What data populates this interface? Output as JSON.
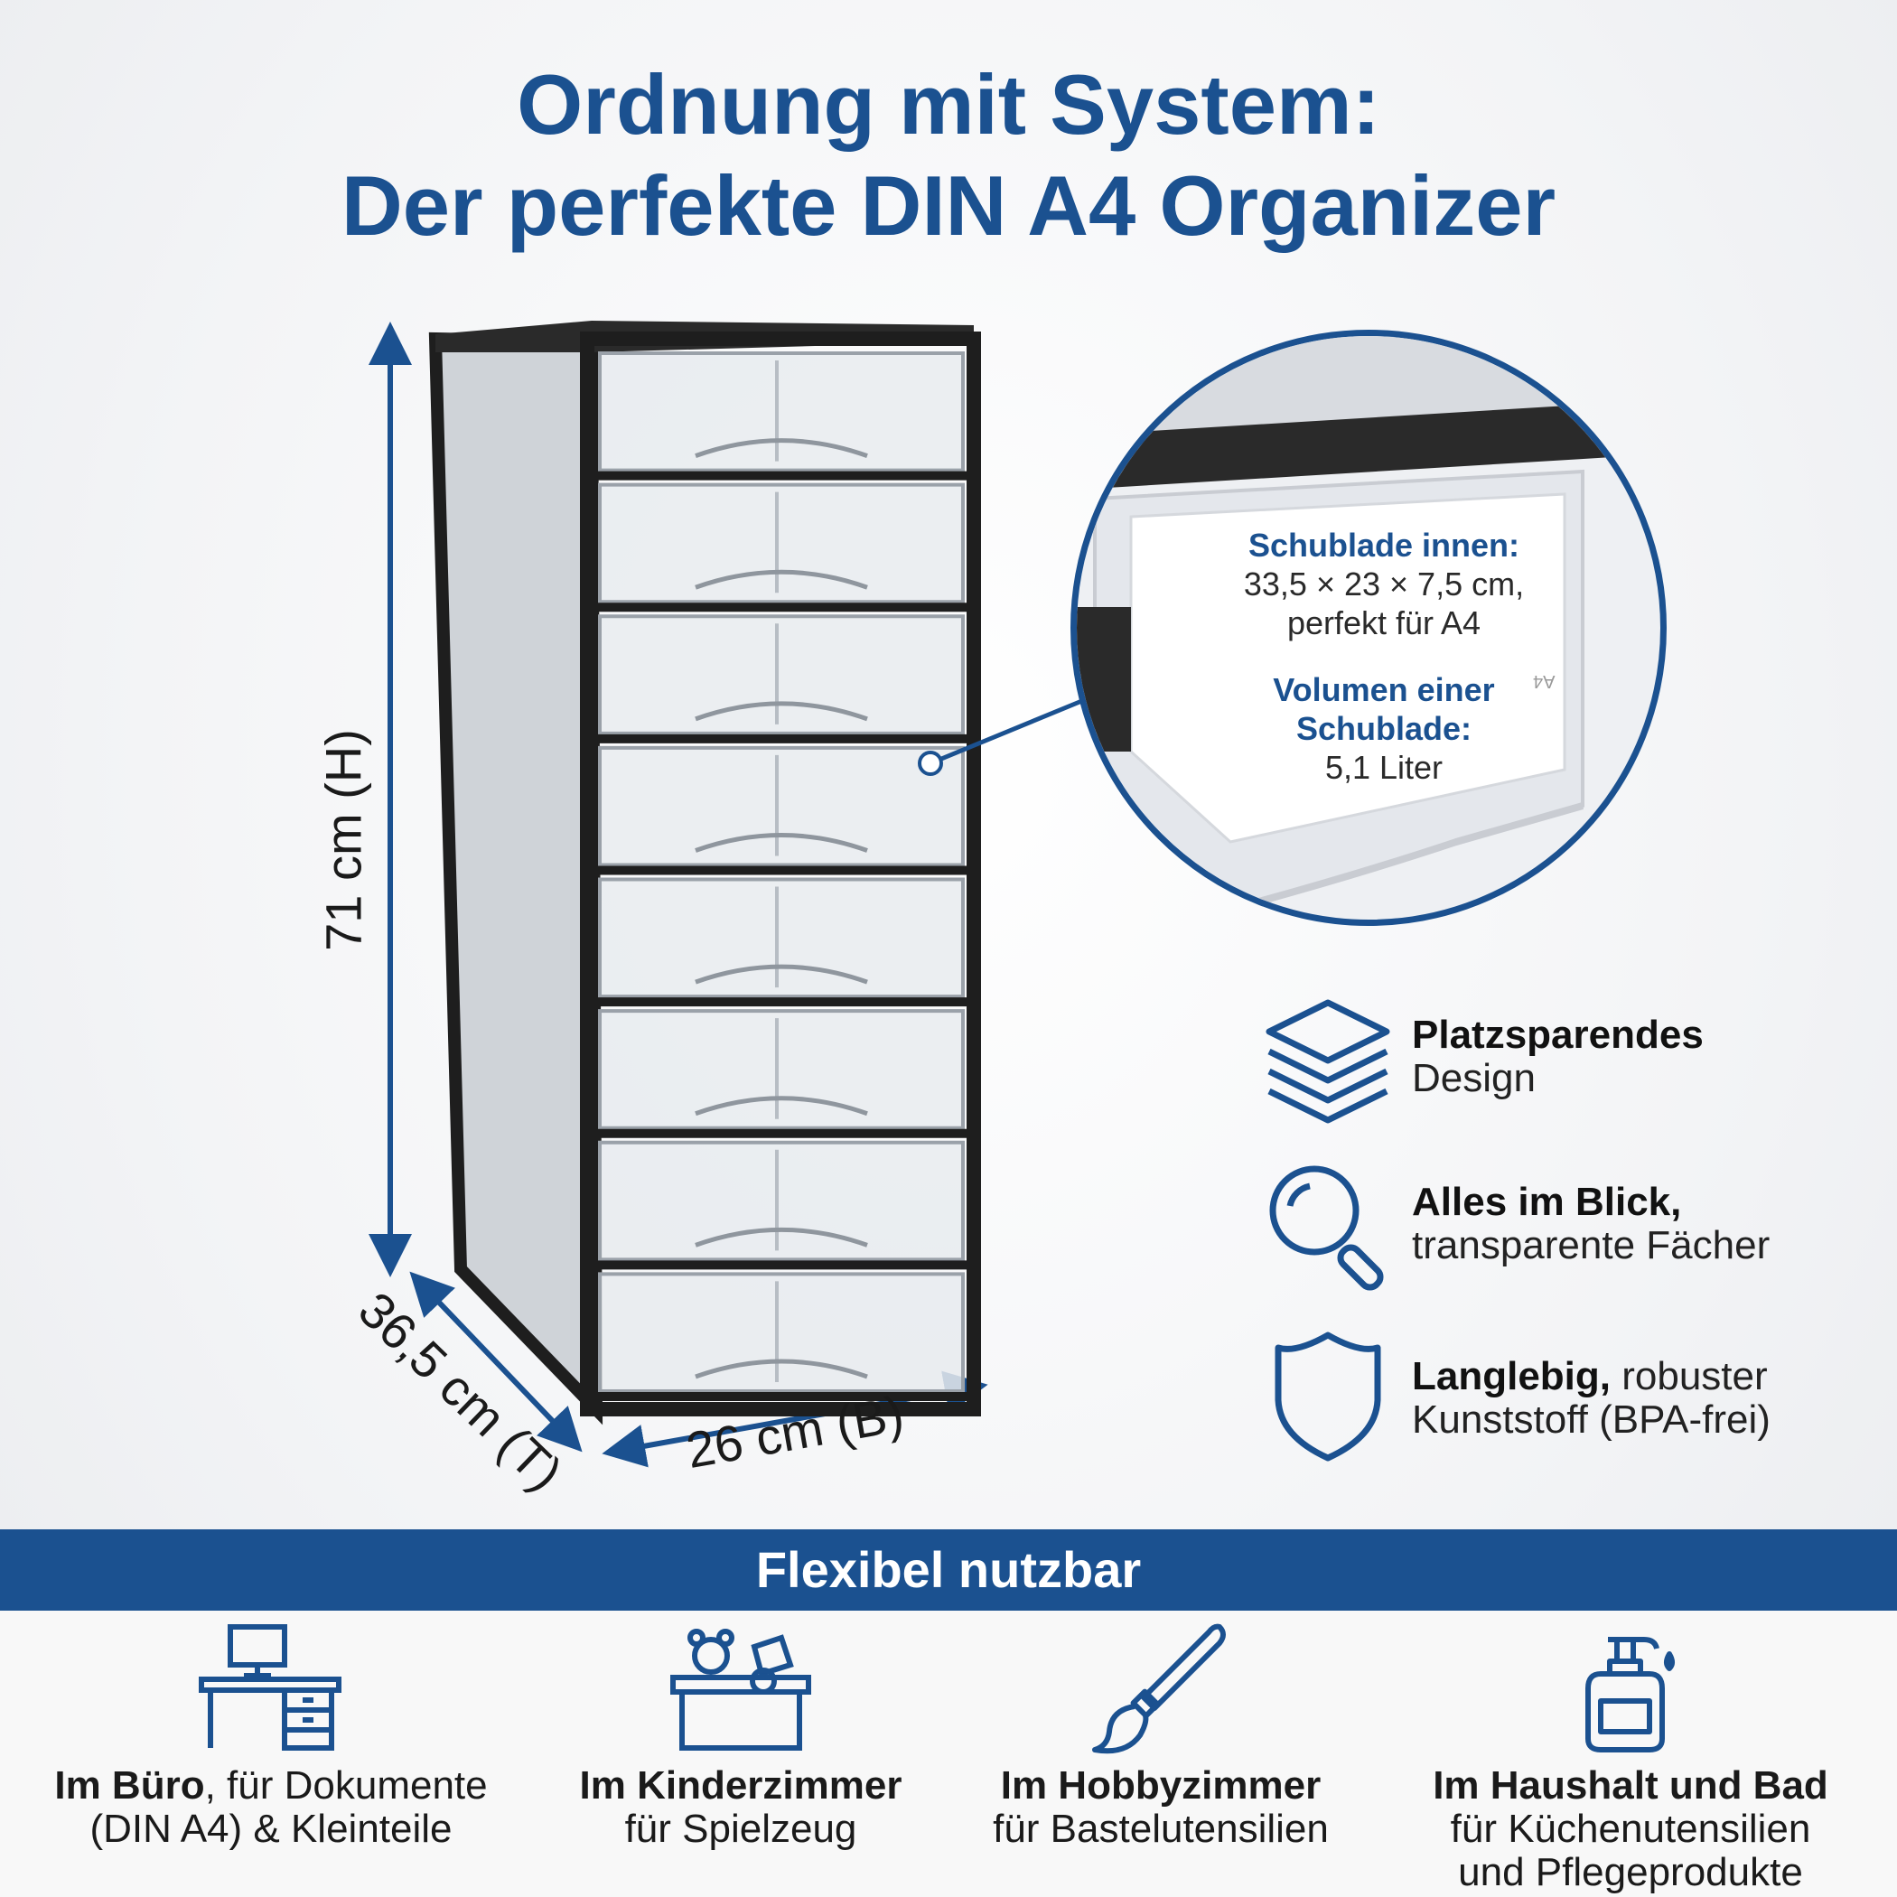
{
  "title": {
    "line1": "Ordnung mit System:",
    "line2": "Der perfekte DIN A4 Organizer"
  },
  "dimensions": {
    "height": "71 cm (H)",
    "depth": "36,5 cm (T)",
    "width": "26 cm (B)"
  },
  "drawer_count": 8,
  "zoom": {
    "inner_label": "Schublade innen:",
    "inner_value_1": "33,5 × 23 × 7,5 cm,",
    "inner_value_2": "perfekt für A4",
    "volume_label_1": "Volumen einer",
    "volume_label_2": "Schublade:",
    "volume_value": "5,1 Liter",
    "paper_mark": "A4"
  },
  "features": [
    {
      "icon": "layers-icon",
      "bold": "Platzsparendes",
      "text": "Design"
    },
    {
      "icon": "magnifier-icon",
      "bold": "Alles im Blick,",
      "text": "transparente Fächer"
    },
    {
      "icon": "shield-icon",
      "bold": "Langlebig,",
      "bold_rest": " robuster",
      "text": "Kunststoff (BPA-frei)"
    }
  ],
  "banner": "Flexibel nutzbar",
  "uses": [
    {
      "icon": "desk-icon",
      "bold": "Im Büro",
      "rest": ", für Dokumente",
      "line2": "(DIN A4) & Kleinteile",
      "line3": ""
    },
    {
      "icon": "toy-box-icon",
      "bold": "Im Kinderzimmer",
      "rest": "",
      "line2": "für Spielzeug",
      "line3": ""
    },
    {
      "icon": "paintbrush-icon",
      "bold": "Im Hobbyzimmer",
      "rest": "",
      "line2": "für Bastelutensilien",
      "line3": ""
    },
    {
      "icon": "soap-dispenser-icon",
      "bold": "Im Haushalt und Bad",
      "rest": "",
      "line2": "für Küchenutensilien",
      "line3": "und Pflegeprodukte"
    }
  ],
  "colors": {
    "brand_blue": "#1b5190",
    "frame_black": "#1e1e1e",
    "background": "#f3f4f6"
  }
}
